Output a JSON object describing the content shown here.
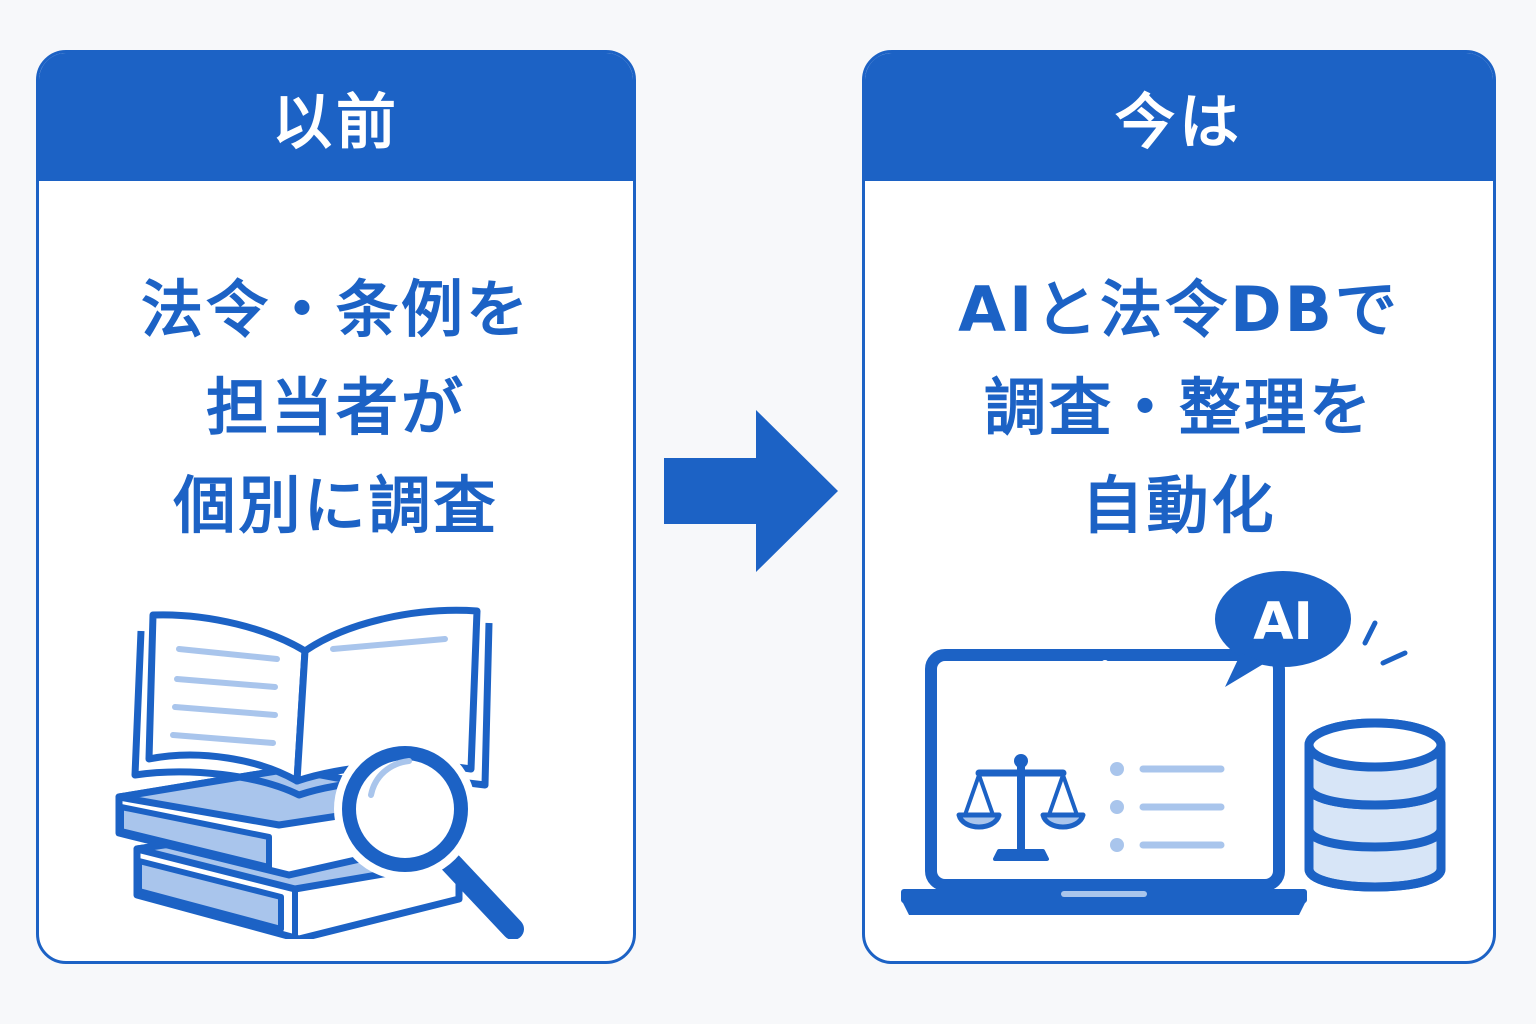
{
  "colors": {
    "accent": "#1c62c5",
    "light": "#a9c5ec",
    "lighter": "#d7e5f7",
    "background": "#f7f8fa"
  },
  "before": {
    "header": "以前",
    "lines": [
      "法令・条例を",
      "担当者が",
      "個別に調査"
    ],
    "illustration_icon": "books-with-magnifier-icon"
  },
  "after": {
    "header": "今は",
    "lines": [
      "AIと法令DBで",
      "調査・整理を",
      "自動化"
    ],
    "illustration_icon": "laptop-scales-database-icon",
    "bubble_text": "AI"
  },
  "arrow_icon": "right-arrow-icon"
}
